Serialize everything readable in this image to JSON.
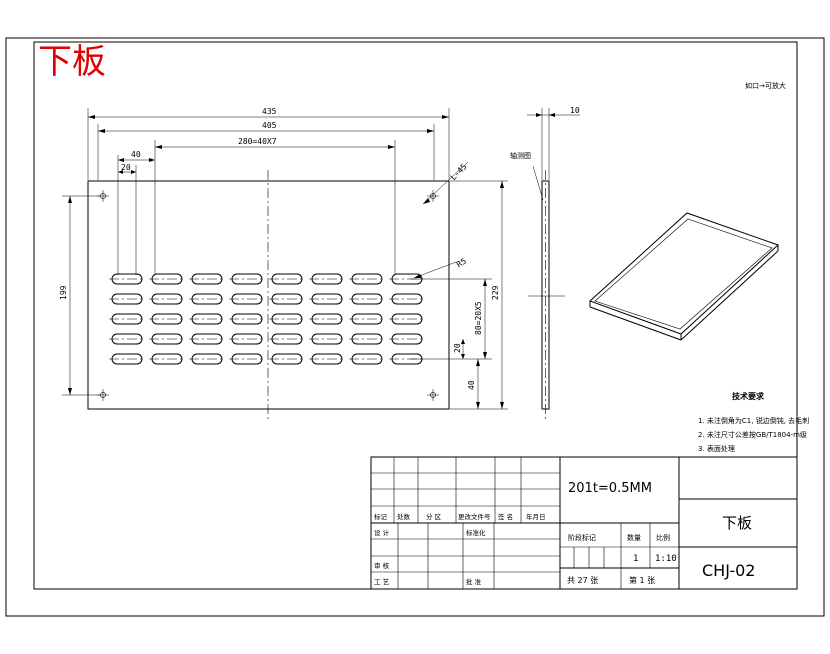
{
  "drawing": {
    "red_title": "下板",
    "corner_note": "如口→可放大",
    "colors": {
      "ink": "#000000",
      "title": "#e00000",
      "paper": "#ffffff"
    }
  },
  "dimensions": {
    "overall_width": "435",
    "inner_width": "405",
    "slot_pitch": "280=40X7",
    "slot_spacing": "40",
    "slot_length": "20",
    "chamfer": "L-45",
    "radius": "R5",
    "height_left": "199",
    "height_right": "229",
    "row_pitch": "80=20X5",
    "row_gap": "20",
    "bottom_offset": "40",
    "thickness": "10",
    "side_label": "轴测图"
  },
  "tech_req": {
    "title": "技术要求",
    "items": [
      "1. 未注倒角为C1, 锐边倒钝, 去毛刺",
      "2. 未注尺寸公差按GB/T1804-m级",
      "3. 表面处理"
    ]
  },
  "title_block": {
    "material": "201t=0.5MM",
    "part_name": "下板",
    "drawing_no": "CHJ-02",
    "rev_headers": [
      "标记",
      "处数",
      "分 区",
      "更改文件号",
      "签 名",
      "年月日"
    ],
    "left_labels": {
      "design": "设 计",
      "std": "标准化",
      "review": "审 核",
      "process": "工 艺",
      "approve": "批 准"
    },
    "stage_label": "阶段标记",
    "weight_label": "数量",
    "scale_label": "比例",
    "qty_value": "1",
    "scale_value": "1:10",
    "sheets_total": "共 27 张",
    "sheet_no": "第 1 张"
  }
}
